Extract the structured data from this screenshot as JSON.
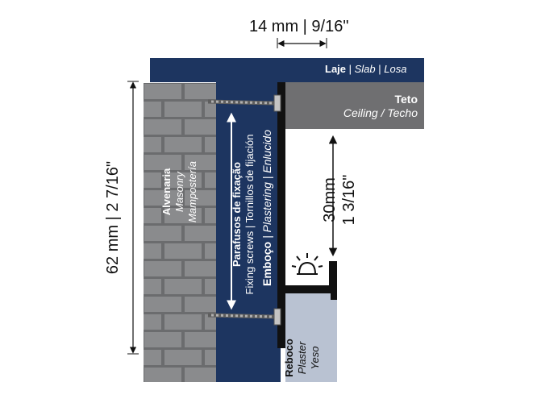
{
  "dimensions": {
    "top_width": "14 mm | 9/16\"",
    "total_height": "62 mm | 2 7/16\"",
    "gap_mm": "30mm",
    "gap_in": "1 3/16\""
  },
  "labels": {
    "slab": {
      "pt": "Laje",
      "sep1": " | ",
      "en": "Slab",
      "sep2": " | ",
      "es": "Losa"
    },
    "ceiling": {
      "pt": "Teto",
      "rest": "Ceiling / Techo"
    },
    "masonry": {
      "pt": "Alvenaria",
      "en": "Masonry",
      "es": "Mampostería"
    },
    "screws": {
      "pt": "Parafusos de fixação",
      "rest": "Fixing screws | Tornillos de fijación"
    },
    "plastering": {
      "pt": "Emboço",
      "rest": " | Plastering | Enlucido"
    },
    "plaster": {
      "pt": "Reboco",
      "en": "Plaster",
      "es": "Yeso"
    }
  },
  "colors": {
    "navy": "#1d3560",
    "brick": "#8a8b8d",
    "mortar": "#6b6c6e",
    "ceiling": "#6f6f71",
    "profile": "#111111",
    "plaster_fill": "#b9c2d2",
    "screw": "#a8a8a8"
  },
  "icons": [
    "light-fixture-icon",
    "screw-icon",
    "dimension-arrow-icon"
  ]
}
